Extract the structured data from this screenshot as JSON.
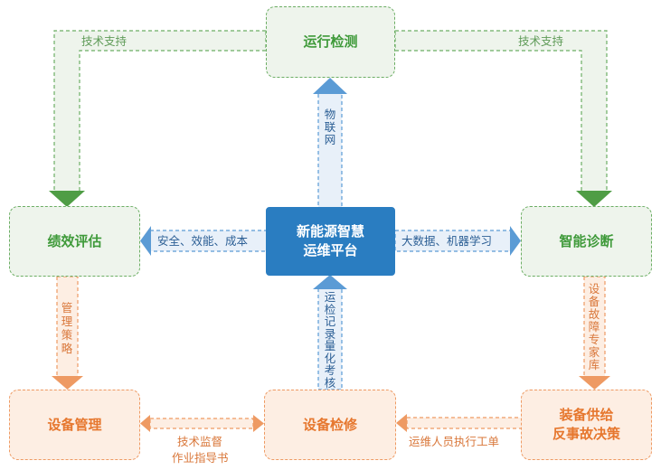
{
  "nodes": {
    "top": "运行检测",
    "left": "绩效评估",
    "center_line1": "新能源智慧",
    "center_line2": "运维平台",
    "right": "智能诊断",
    "bottom_left": "设备管理",
    "bottom_center": "设备检修",
    "bottom_right_line1": "装备供给",
    "bottom_right_line2": "反事故决策"
  },
  "edges": {
    "tech_support_left": "技术支持",
    "tech_support_right": "技术支持",
    "iot": "物联网",
    "safety_efficiency_cost": "安全、效能、成本",
    "big_data_ml": "大数据、机器学习",
    "management_strategy": "管理策略",
    "maintenance_quant": "运检记录量化考核",
    "fault_expert_db": "设备故障专家库",
    "tech_supervision": "技术监督",
    "work_instruction": "作业指导书",
    "work_order": "运维人员执行工单"
  },
  "colors": {
    "green": "#6cae64",
    "green_fill": "#eef4ec",
    "orange": "#ee9a63",
    "orange_fill": "#fdeee3",
    "blue": "#2a7dc1",
    "blue_light": "#e8f0f9",
    "blue_arrow": "#5b9bd5"
  }
}
